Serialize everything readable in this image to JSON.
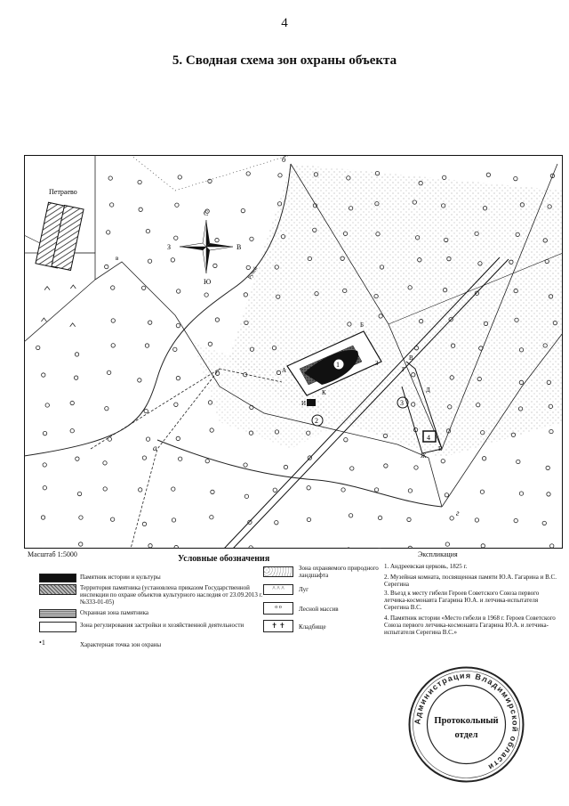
{
  "page": {
    "number": "4",
    "title": "5. Сводная схема зон охраны объекта"
  },
  "map": {
    "place_label": "Петраево",
    "road_label": "Ручей",
    "compass": {
      "north": "С",
      "south": "Ю",
      "east": "В",
      "west": "З"
    },
    "point_letters": {
      "a": "а",
      "b": "б",
      "v": "в",
      "g": "г",
      "A": "А",
      "B": "Б",
      "V": "В",
      "G": "Г",
      "D": "Д",
      "E": "Е",
      "Zh": "Ж",
      "Z": "З",
      "I": "И",
      "K": "К"
    },
    "object_numbers": [
      "1",
      "2",
      "3",
      "4"
    ]
  },
  "scale": "Масштаб 1:5000",
  "legend": {
    "title": "Условные обозначения",
    "items": [
      {
        "label": "Памятник истории и культуры"
      },
      {
        "label": "Территория памятника (установлена приказом Государственной инспекции по охране объектов культурного наследия от 23.09.2013 г. №333-01-05)"
      },
      {
        "label": "Охранная зона памятника"
      },
      {
        "label": "Зона регулирования застройки и хозяйственной деятельности"
      },
      {
        "label": "Характерная точка зон охраны"
      },
      {
        "label": "Зона охраняемого природного ландшафта"
      },
      {
        "label": "Луг"
      },
      {
        "label": "Лесной массив"
      },
      {
        "label": "Кладбище"
      }
    ],
    "point_symbol": "1"
  },
  "explication": {
    "title": "Экспликация",
    "items": [
      "1. Андреевская церковь, 1825 г.",
      "2. Музейная комната, посвященная памяти Ю.А. Гагарина и В.С. Серегина",
      "3. Въезд к месту гибели Героев Советского Союза первого летчика-космонавта Гагарина Ю.А. и летчика-испытателя Серегина В.С.",
      "4. Памятник истории «Место гибели в 1968 г. Героев Советского Союза первого летчика-космонавта Гагарина Ю.А. и летчика-испытателя Серегина В.С.»"
    ]
  },
  "stamp": {
    "ring_text": "Администрация Владимирской области",
    "center_line1": "Протокольный",
    "center_line2": "отдел"
  }
}
